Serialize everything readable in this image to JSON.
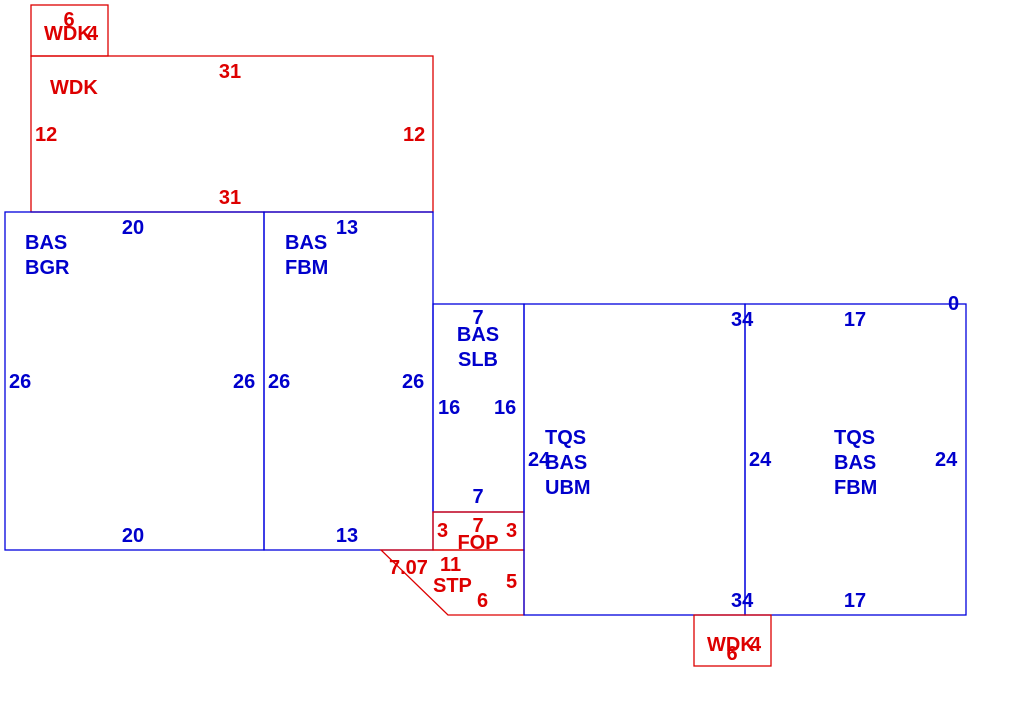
{
  "areas": {
    "wdk_top_small": {
      "label": "WDK",
      "dims": {
        "top": "6",
        "right": "4"
      }
    },
    "wdk_upper": {
      "label": "WDK",
      "dims": {
        "top": "31",
        "bottom": "31",
        "left": "12",
        "right": "12"
      }
    },
    "bas_bgr": {
      "label_lines": [
        "BAS",
        "BGR"
      ],
      "dims": {
        "top": "20",
        "bottom": "20",
        "left": "26",
        "right": "26"
      }
    },
    "bas_fbm": {
      "label_lines": [
        "BAS",
        "FBM"
      ],
      "dims": {
        "top": "13",
        "bottom": "13",
        "left": "26",
        "right": "26"
      }
    },
    "bas_slb": {
      "label_lines": [
        "BAS",
        "SLB"
      ],
      "dims": {
        "top": "7",
        "bottom": "7",
        "left": "16",
        "right": "16"
      }
    },
    "fop": {
      "label": "FOP",
      "dims": {
        "top": "7",
        "left": "3",
        "right": "3"
      }
    },
    "stp": {
      "label": "STP",
      "dims": {
        "diag": "7.07",
        "top": "11",
        "right": "5",
        "bottom": "6"
      }
    },
    "tqs_bas_ubm": {
      "label_lines": [
        "TQS",
        "BAS",
        "UBM"
      ],
      "dims": {
        "left": "24",
        "top": "34",
        "bottom": "34"
      }
    },
    "tqs_bas_fbm": {
      "label_lines": [
        "TQS",
        "BAS",
        "FBM"
      ],
      "dims": {
        "left": "24",
        "right": "24",
        "top": "17",
        "bottom": "17",
        "corner": "0"
      }
    },
    "wdk_bottom_small": {
      "label": "WDK",
      "dims": {
        "right": "4",
        "bottom": "6"
      }
    }
  },
  "colors": {
    "main_line": "#0000dd",
    "addon_line": "#dd0000"
  }
}
